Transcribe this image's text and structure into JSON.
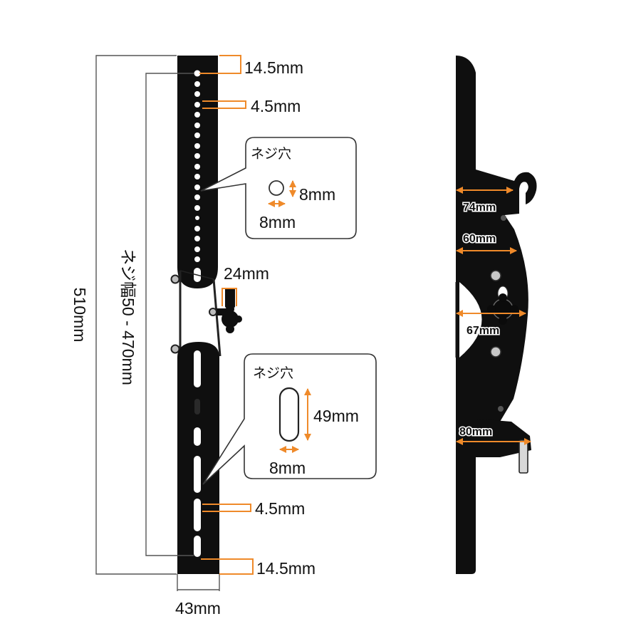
{
  "left_bracket": {
    "height_label": "510mm",
    "screw_width_label": "ネジ幅50 - 470mm",
    "top_margin_label": "14.5mm",
    "top_spacing_label": "4.5mm",
    "knob_label": "24mm",
    "bottom_spacing_label": "4.5mm",
    "bottom_margin_label": "14.5mm",
    "width_label": "43mm"
  },
  "callout_round_hole": {
    "title": "ネジ穴",
    "height_label": "8mm",
    "width_label": "8mm"
  },
  "callout_slot_hole": {
    "title": "ネジ穴",
    "height_label": "49mm",
    "width_label": "8mm"
  },
  "side_profile": {
    "top_arm_label": "74mm",
    "upper_body_label": "60mm",
    "middle_body_label": "67mm",
    "bottom_arm_label": "80mm"
  },
  "colors": {
    "accent": "#ef8a2a",
    "bracket": "#0f0f0f"
  }
}
